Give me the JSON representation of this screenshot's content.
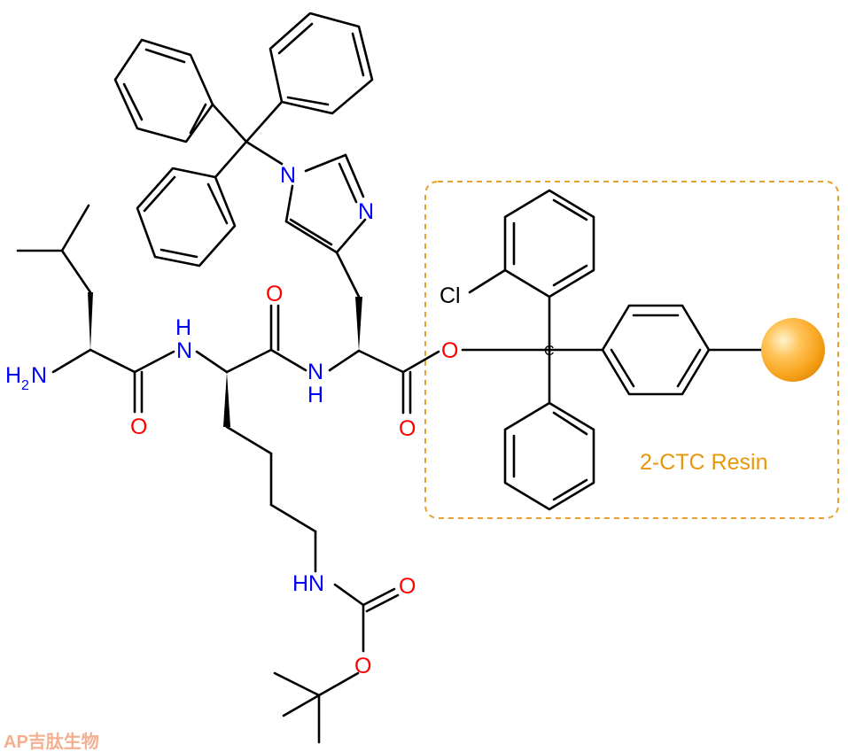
{
  "colors": {
    "bond": "#000000",
    "oxygen": "#ff0000",
    "nitrogen": "#0000ff",
    "resin": "#e8960a",
    "resin_box": "#e8a030",
    "watermark": "#f2b090"
  },
  "atoms": {
    "H2N": "H2N",
    "H2N_sub": "2",
    "H2N_H": "H",
    "H2N_N": "N",
    "NH1": "N",
    "NH1_H": "H",
    "NH2": "N",
    "NH2_H": "H",
    "NH3": "HN",
    "O_leu": "O",
    "O_lys": "O",
    "O_his": "O",
    "O_ester": "O",
    "O_carbamate": "O",
    "O_boc": "O",
    "N_im1": "N",
    "N_im2": "N",
    "Cl": "Cl",
    "C_trityl": "C"
  },
  "resin": {
    "label": "2-CTC Resin",
    "bead_icon": "resin-bead-icon"
  },
  "watermark": {
    "text": "AP吉肽生物"
  }
}
